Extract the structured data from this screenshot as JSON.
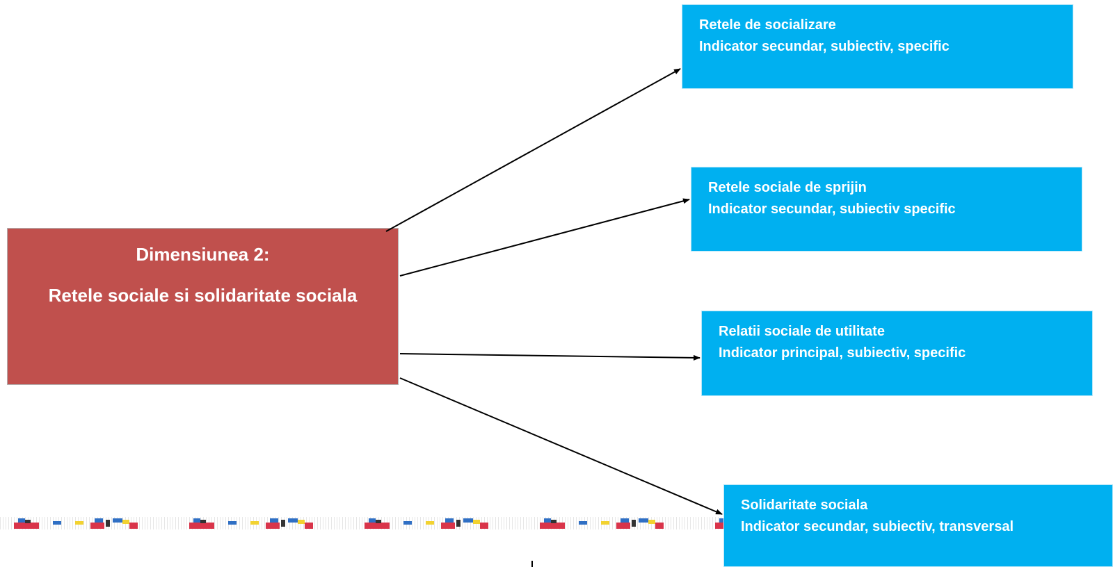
{
  "diagram": {
    "source": {
      "title": "Dimensiunea 2:",
      "subtitle": "Retele sociale si solidaritate sociala"
    },
    "indicators": [
      {
        "name": "Retele de socializare",
        "type": "Indicator secundar, subiectiv, specific"
      },
      {
        "name": "Retele sociale de sprijin",
        "type": "Indicator secundar, subiectiv specific"
      },
      {
        "name": "Relatii sociale de utilitate",
        "type": "Indicator principal, subiectiv, specific"
      },
      {
        "name": "Solidaritate sociala",
        "type": "Indicator secundar, subiectiv, transversal"
      }
    ]
  },
  "colors": {
    "source_fill": "#c0504d",
    "indicator_fill": "#00b0f0",
    "arrow": "#000000",
    "pattern_red": "#d9344a",
    "pattern_blue": "#2f6fc4",
    "pattern_yellow": "#f2d230"
  }
}
